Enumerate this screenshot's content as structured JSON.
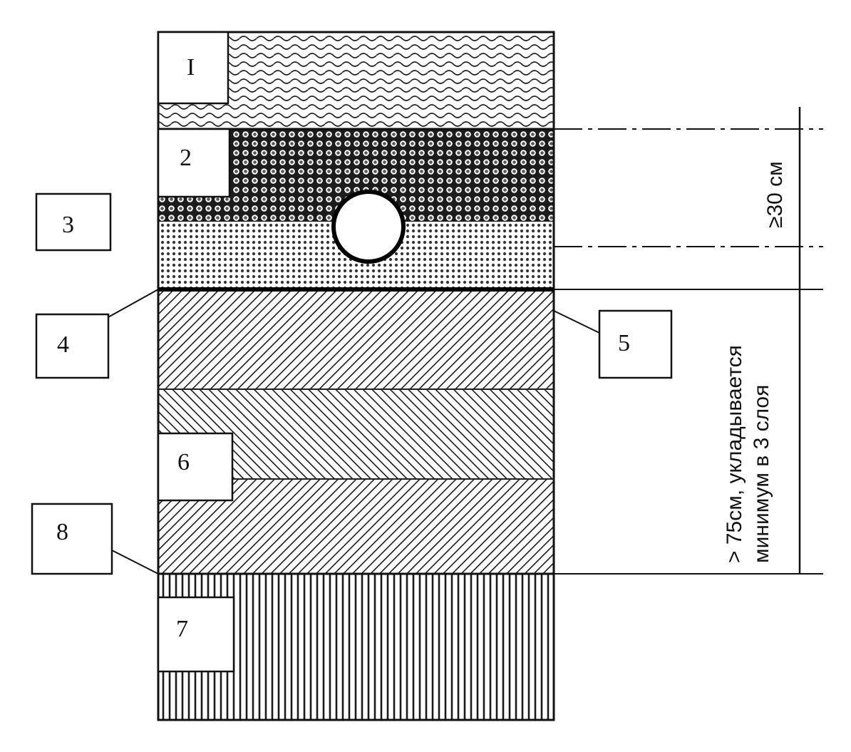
{
  "diagram": {
    "layers": [
      {
        "id": "1",
        "label": "I",
        "pattern": "waves"
      },
      {
        "id": "2",
        "label": "2",
        "pattern": "dense-circles"
      },
      {
        "id": "3",
        "label": "3",
        "pattern": "fine-dots"
      },
      {
        "id": "4",
        "label": "4",
        "pattern": "separator-line"
      },
      {
        "id": "5",
        "label": "5",
        "pattern": "geotextile-line"
      },
      {
        "id": "6",
        "label": "6",
        "pattern": "diagonal-hatch"
      },
      {
        "id": "7",
        "label": "7",
        "pattern": "vertical-lines"
      },
      {
        "id": "8",
        "label": "8",
        "pattern": "bottom-boundary"
      }
    ],
    "dimensions": {
      "upper": "≥30 см",
      "lower_line1": "> 75см, укладывается",
      "lower_line2": "минимум в 3 слоя"
    },
    "colors": {
      "ink": "#111111",
      "paper": "#ffffff"
    }
  }
}
